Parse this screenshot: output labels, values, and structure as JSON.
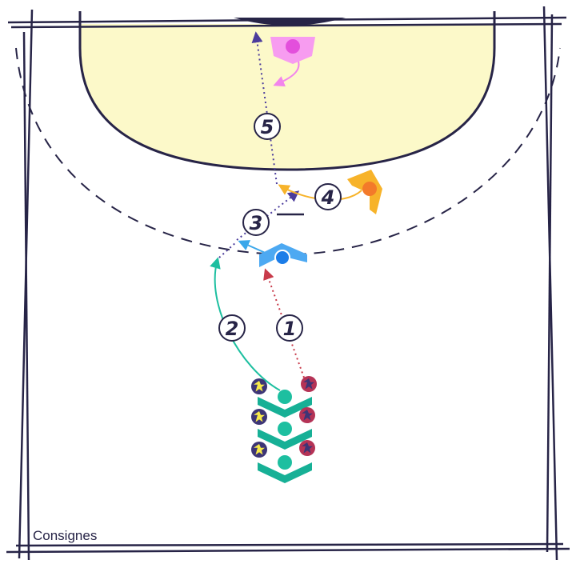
{
  "caption": "Consignes",
  "step_labels": [
    "1",
    "2",
    "3",
    "4",
    "5"
  ],
  "colors": {
    "lines": "#272447",
    "zone_fill": "#fcf9c9",
    "teal": "#1dbfa0",
    "teal_player": "#17b096",
    "blue_player": "#1c7de8",
    "orange_player": "#f7a82a",
    "pink_player": "#f06ee6",
    "red_path": "#c83a4a",
    "navy_path": "#4b3c9c",
    "star_yellow": "#f7e94a",
    "star_red": "#b53356",
    "star_purple": "#3d3576"
  },
  "icons": [
    "star-token-icon",
    "player-chevron-icon"
  ]
}
